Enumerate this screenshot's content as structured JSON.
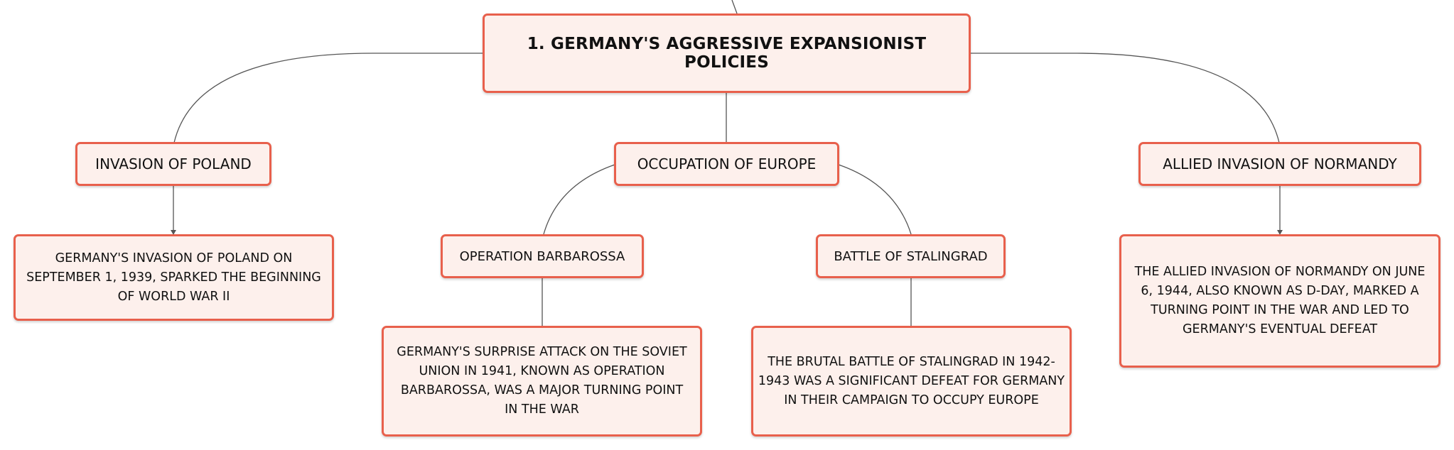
{
  "diagram": {
    "root": {
      "label": "1. GERMANY'S AGGRESSIVE EXPANSIONIST POLICIES"
    },
    "topics": [
      {
        "label": "INVASION OF POLAND",
        "description": "GERMANY'S INVASION OF POLAND ON SEPTEMBER 1, 1939, SPARKED THE BEGINNING OF WORLD WAR II"
      },
      {
        "label": "OCCUPATION OF EUROPE",
        "children": [
          {
            "label": "OPERATION BARBAROSSA",
            "description": "GERMANY'S SURPRISE ATTACK ON THE SOVIET UNION IN 1941, KNOWN AS OPERATION BARBAROSSA, WAS A MAJOR TURNING POINT IN THE WAR"
          },
          {
            "label": "BATTLE OF STALINGRAD",
            "description": "THE BRUTAL BATTLE OF STALINGRAD IN 1942-1943 WAS A SIGNIFICANT DEFEAT FOR GERMANY IN THEIR CAMPAIGN TO OCCUPY EUROPE"
          }
        ]
      },
      {
        "label": "ALLIED INVASION OF NORMANDY",
        "description": "THE ALLIED INVASION OF NORMANDY ON JUNE 6, 1944, ALSO KNOWN AS D-DAY, MARKED A TURNING POINT IN THE WAR AND LED TO GERMANY'S EVENTUAL DEFEAT"
      }
    ],
    "colors": {
      "node_fill": "#fdf0ec",
      "node_border": "#e8604c",
      "connector": "#555555"
    }
  }
}
